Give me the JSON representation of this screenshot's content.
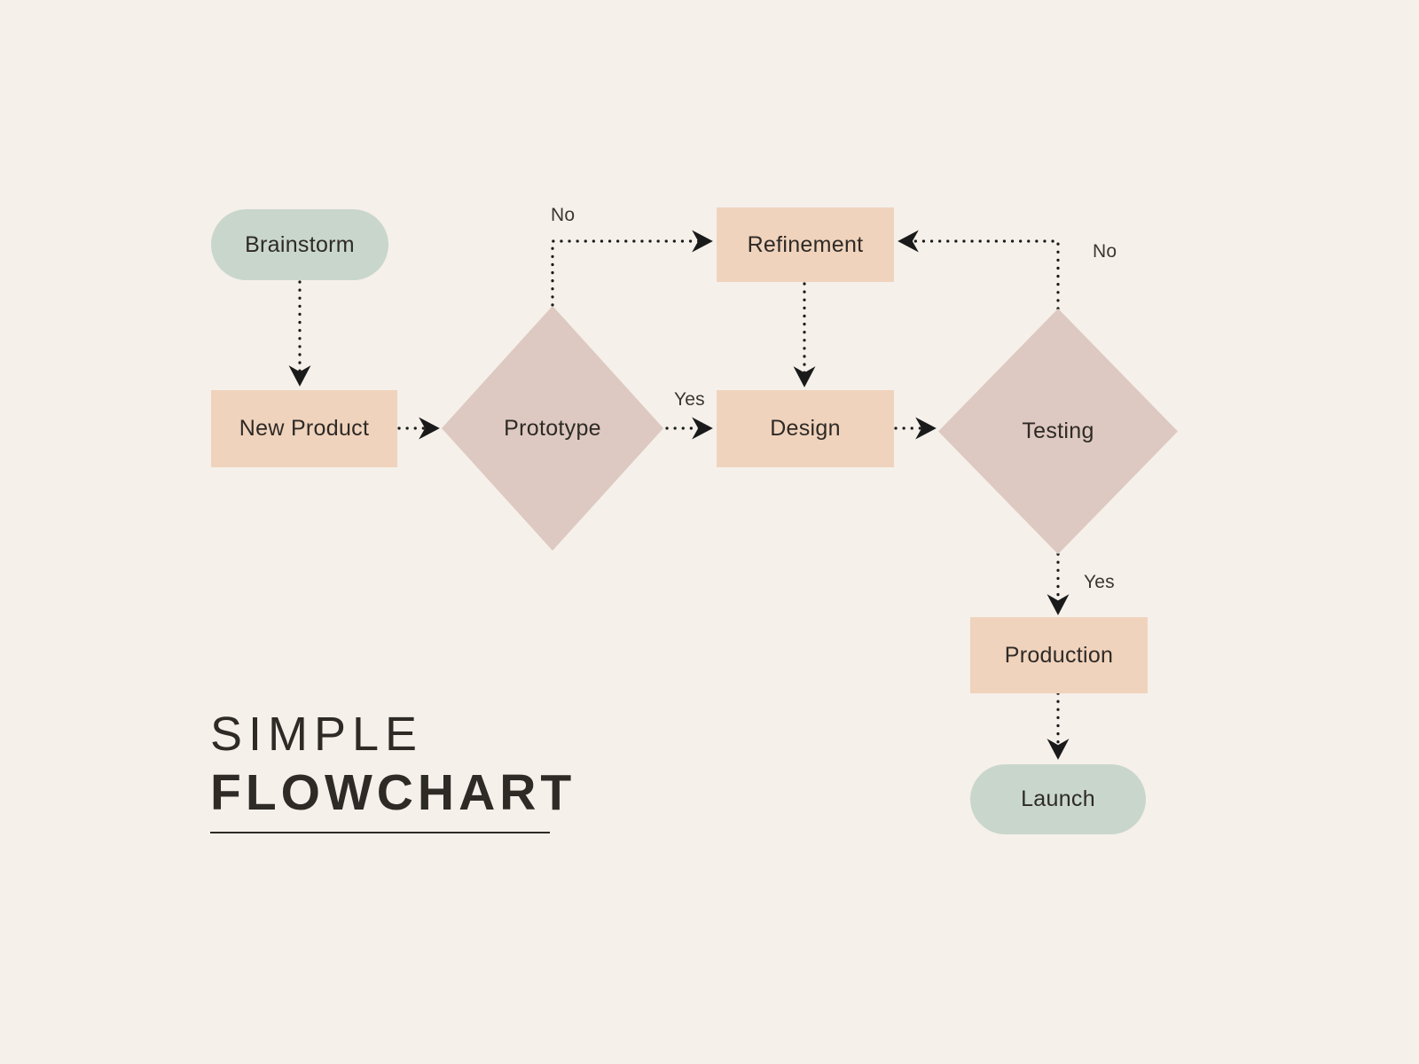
{
  "title": {
    "line1": "SIMPLE",
    "line2": "FLOWCHART"
  },
  "colors": {
    "background": "#F5F0EA",
    "terminal": "#C9D6CC",
    "process": "#F0D3BD",
    "decision": "#DDC9C1",
    "ink": "#2E2A26",
    "connector": "#1A1A1A"
  },
  "chart_data": {
    "type": "diagram",
    "title": "SIMPLE FLOWCHART",
    "nodes": [
      {
        "id": "brainstorm",
        "label": "Brainstorm",
        "shape": "pill",
        "fill": "#C9D6CC"
      },
      {
        "id": "new_product",
        "label": "New Product",
        "shape": "rect",
        "fill": "#F0D3BD"
      },
      {
        "id": "prototype",
        "label": "Prototype",
        "shape": "diamond",
        "fill": "#DDC9C1"
      },
      {
        "id": "refinement",
        "label": "Refinement",
        "shape": "rect",
        "fill": "#F0D3BD"
      },
      {
        "id": "design",
        "label": "Design",
        "shape": "rect",
        "fill": "#F0D3BD"
      },
      {
        "id": "testing",
        "label": "Testing",
        "shape": "diamond",
        "fill": "#DDC9C1"
      },
      {
        "id": "production",
        "label": "Production",
        "shape": "rect",
        "fill": "#F0D3BD"
      },
      {
        "id": "launch",
        "label": "Launch",
        "shape": "pill",
        "fill": "#C9D6CC"
      }
    ],
    "edges": [
      {
        "from": "brainstorm",
        "to": "new_product",
        "label": ""
      },
      {
        "from": "new_product",
        "to": "prototype",
        "label": ""
      },
      {
        "from": "prototype",
        "to": "refinement",
        "label": "No"
      },
      {
        "from": "prototype",
        "to": "design",
        "label": "Yes"
      },
      {
        "from": "refinement",
        "to": "design",
        "label": ""
      },
      {
        "from": "design",
        "to": "testing",
        "label": ""
      },
      {
        "from": "testing",
        "to": "refinement",
        "label": "No"
      },
      {
        "from": "testing",
        "to": "production",
        "label": "Yes"
      },
      {
        "from": "production",
        "to": "launch",
        "label": ""
      }
    ]
  },
  "nodes": {
    "brainstorm": {
      "label": "Brainstorm"
    },
    "new_product": {
      "label": "New Product"
    },
    "prototype": {
      "label": "Prototype"
    },
    "refinement": {
      "label": "Refinement"
    },
    "design": {
      "label": "Design"
    },
    "testing": {
      "label": "Testing"
    },
    "production": {
      "label": "Production"
    },
    "launch": {
      "label": "Launch"
    }
  },
  "edge_labels": {
    "prototype_no": "No",
    "prototype_yes": "Yes",
    "testing_no": "No",
    "testing_yes": "Yes"
  }
}
